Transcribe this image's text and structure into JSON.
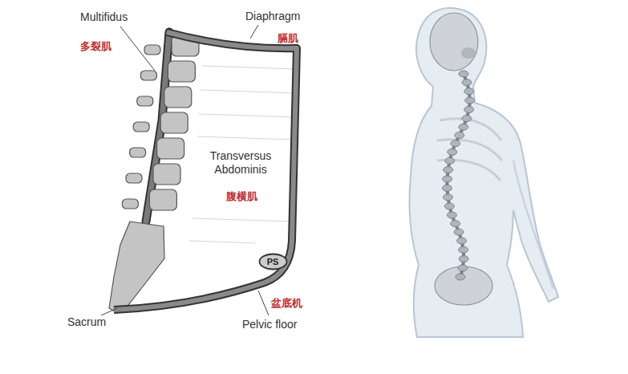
{
  "diagram": {
    "nodes": [
      {
        "text": [
          "PS"
        ]
      }
    ],
    "labels": [
      "Multifidus",
      "多裂肌",
      "Diaphragm",
      "膈肌",
      "Transversus Abdominis",
      "腹横肌",
      "盆底机",
      "Sacrum",
      "Pelvic floor"
    ]
  }
}
